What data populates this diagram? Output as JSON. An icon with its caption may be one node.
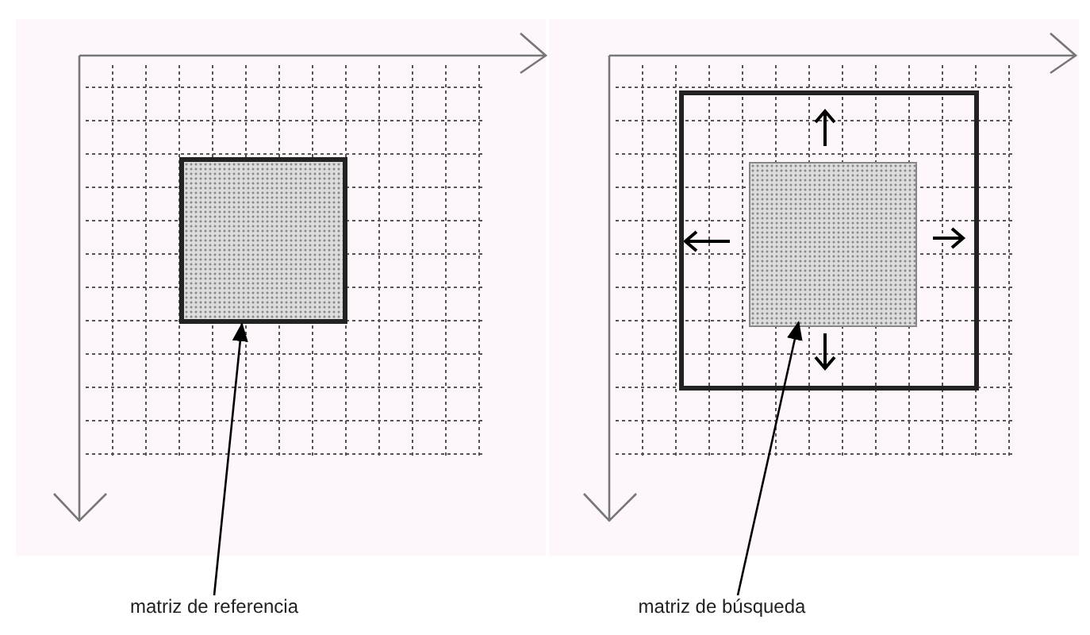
{
  "diagram": {
    "nodes": [
      {
        "text": [
          "matriz de referencia"
        ]
      },
      {
        "text": [],
        "shape": "box"
      },
      {
        "text": [
          "matriz de búsqueda"
        ]
      },
      {
        "text": [],
        "shape": "box"
      },
      {
        "text": [],
        "shape": "box",
        "in": 3
      }
    ],
    "edges": [
      {
        "from": 0,
        "to": 1,
        "arrow": "to"
      },
      {
        "from": 2,
        "to": 4,
        "arrow": "to"
      }
    ]
  }
}
